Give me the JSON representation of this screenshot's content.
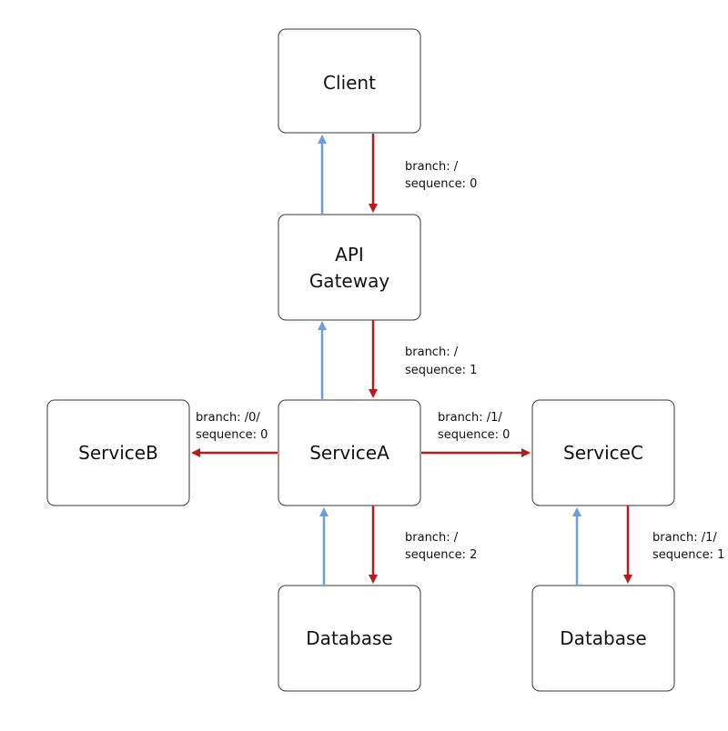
{
  "nodes": {
    "client": "Client",
    "gateway_line1": "API",
    "gateway_line2": "Gateway",
    "service_a": "ServiceA",
    "service_b": "ServiceB",
    "service_c": "ServiceC",
    "database_a": "Database",
    "database_c": "Database"
  },
  "edges": {
    "client_gateway": {
      "line1": "branch: /",
      "line2": "sequence: 0"
    },
    "gateway_servicea": {
      "line1": "branch: /",
      "line2": "sequence: 1"
    },
    "servicea_serviceb": {
      "line1": "branch: /0/",
      "line2": "sequence: 0"
    },
    "servicea_servicec": {
      "line1": "branch: /1/",
      "line2": "sequence: 0"
    },
    "servicea_database": {
      "line1": "branch: /",
      "line2": "sequence: 2"
    },
    "servicec_database": {
      "line1": "branch: /1/",
      "line2": "sequence: 1"
    }
  },
  "colors": {
    "request_arrow": "#b71c1c",
    "response_arrow": "#6aa0e0",
    "box_border": "#3a3a3a"
  }
}
